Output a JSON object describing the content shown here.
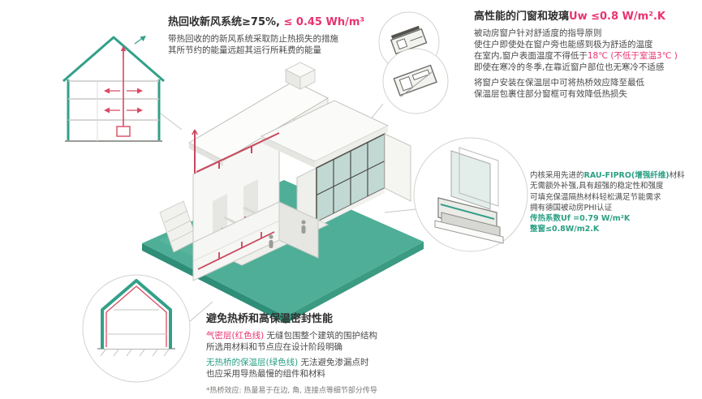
{
  "colors": {
    "teal": "#2fa38a",
    "ground_teal": "#4fae97",
    "accent_red": "#e8336e",
    "duct_red": "#c8485c",
    "text_dark": "#3c3c3c"
  },
  "heat_recovery": {
    "title_main": "热回收新风系统≥75%, ",
    "title_value": "≤ 0.45 Wh/m³",
    "line1": "带热回收的的新风系统采取防止热损失的措施",
    "line2": "其所节约的能量远超其运行所耗费的能量"
  },
  "windows": {
    "title_main": "高性能的门窗和玻璃",
    "title_value": "Uw ≤0.8 W/m².K",
    "line1": "被动房窗户针对舒适度的指导原则",
    "line2": "使住户即使处在窗户旁也能感到极为舒适的温度",
    "line3_pre": "在室内,窗户表面温度不得低于",
    "line3_red": "18℃",
    "line3_red2": " (不低于室温3℃ )",
    "line4": "即使在寒冷的冬季,在靠近窗户部位也无寒冷不适感",
    "line5": "将窗户安装在保温层中可将热桥效应降至最低",
    "line6": "保温层包裹住部分窗框可有效降低热损失"
  },
  "profile": {
    "line1_pre": "内核采用先进的",
    "line1_highlight": "RAU-FIPRO(增强纤维)",
    "line1_post": "材料",
    "line2": "无需额外补强,具有超强的稳定性和强度",
    "line3": "可填充保温隔热材料轻松满足节能需求",
    "line4": "拥有德国被动房PHI认证",
    "line5": "传热系数Uf =0.79 W/m²K",
    "line6": "整窗≤0.8W/m2.K"
  },
  "thermal": {
    "title": "避免热桥和高保温密封性能",
    "line1_red": "气密层(红色线)",
    "line1_rest": " 无缝包围整个建筑的围护结构",
    "line2": "所选用材料和节点应在设计阶段明确",
    "line3_green": "无热桥的保温层(绿色线)",
    "line3_rest": " 无法避免渗漏点时",
    "line4": "也应采用导热最慢的组件和材料",
    "footnote": "*热桥效应: 热量易于在边, 角, 连接点等细节部分传导"
  }
}
